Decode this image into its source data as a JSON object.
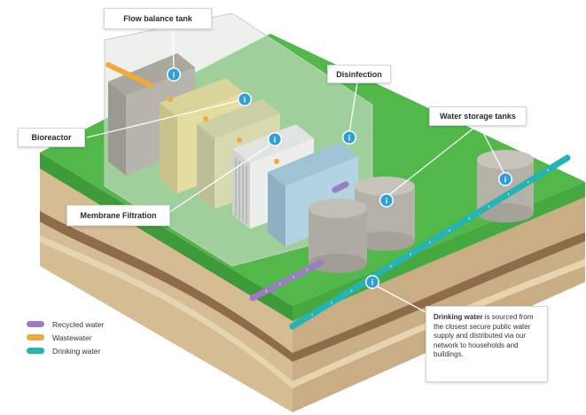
{
  "labels": {
    "flow_balance_tank": "Flow balance tank",
    "disinfection": "Disinfection",
    "bioreactor": "Bioreactor",
    "water_storage_tanks": "Water storage tanks",
    "membrane_filtration": "Membrane Filtration"
  },
  "info_box": {
    "bold_text": "Drinking water",
    "text": " is sourced from the closest secure public water supply and distributed via our network to households and buildings."
  },
  "legend": [
    {
      "label": "Recycled water",
      "color": "#9b7cc4"
    },
    {
      "label": "Wastewater",
      "color": "#f2a93b"
    },
    {
      "label": "Drinking water",
      "color": "#26b3b5"
    }
  ],
  "colors": {
    "grass": "#52b84a",
    "grass_dark": "#46a33f",
    "soil": "#d8c09a",
    "soil_dark": "#8c6a4a",
    "tank_grey": "#b4b1a8",
    "info_marker": "#2f9fd8"
  },
  "marker_glyph": "i",
  "arrow_glyph": "‹"
}
